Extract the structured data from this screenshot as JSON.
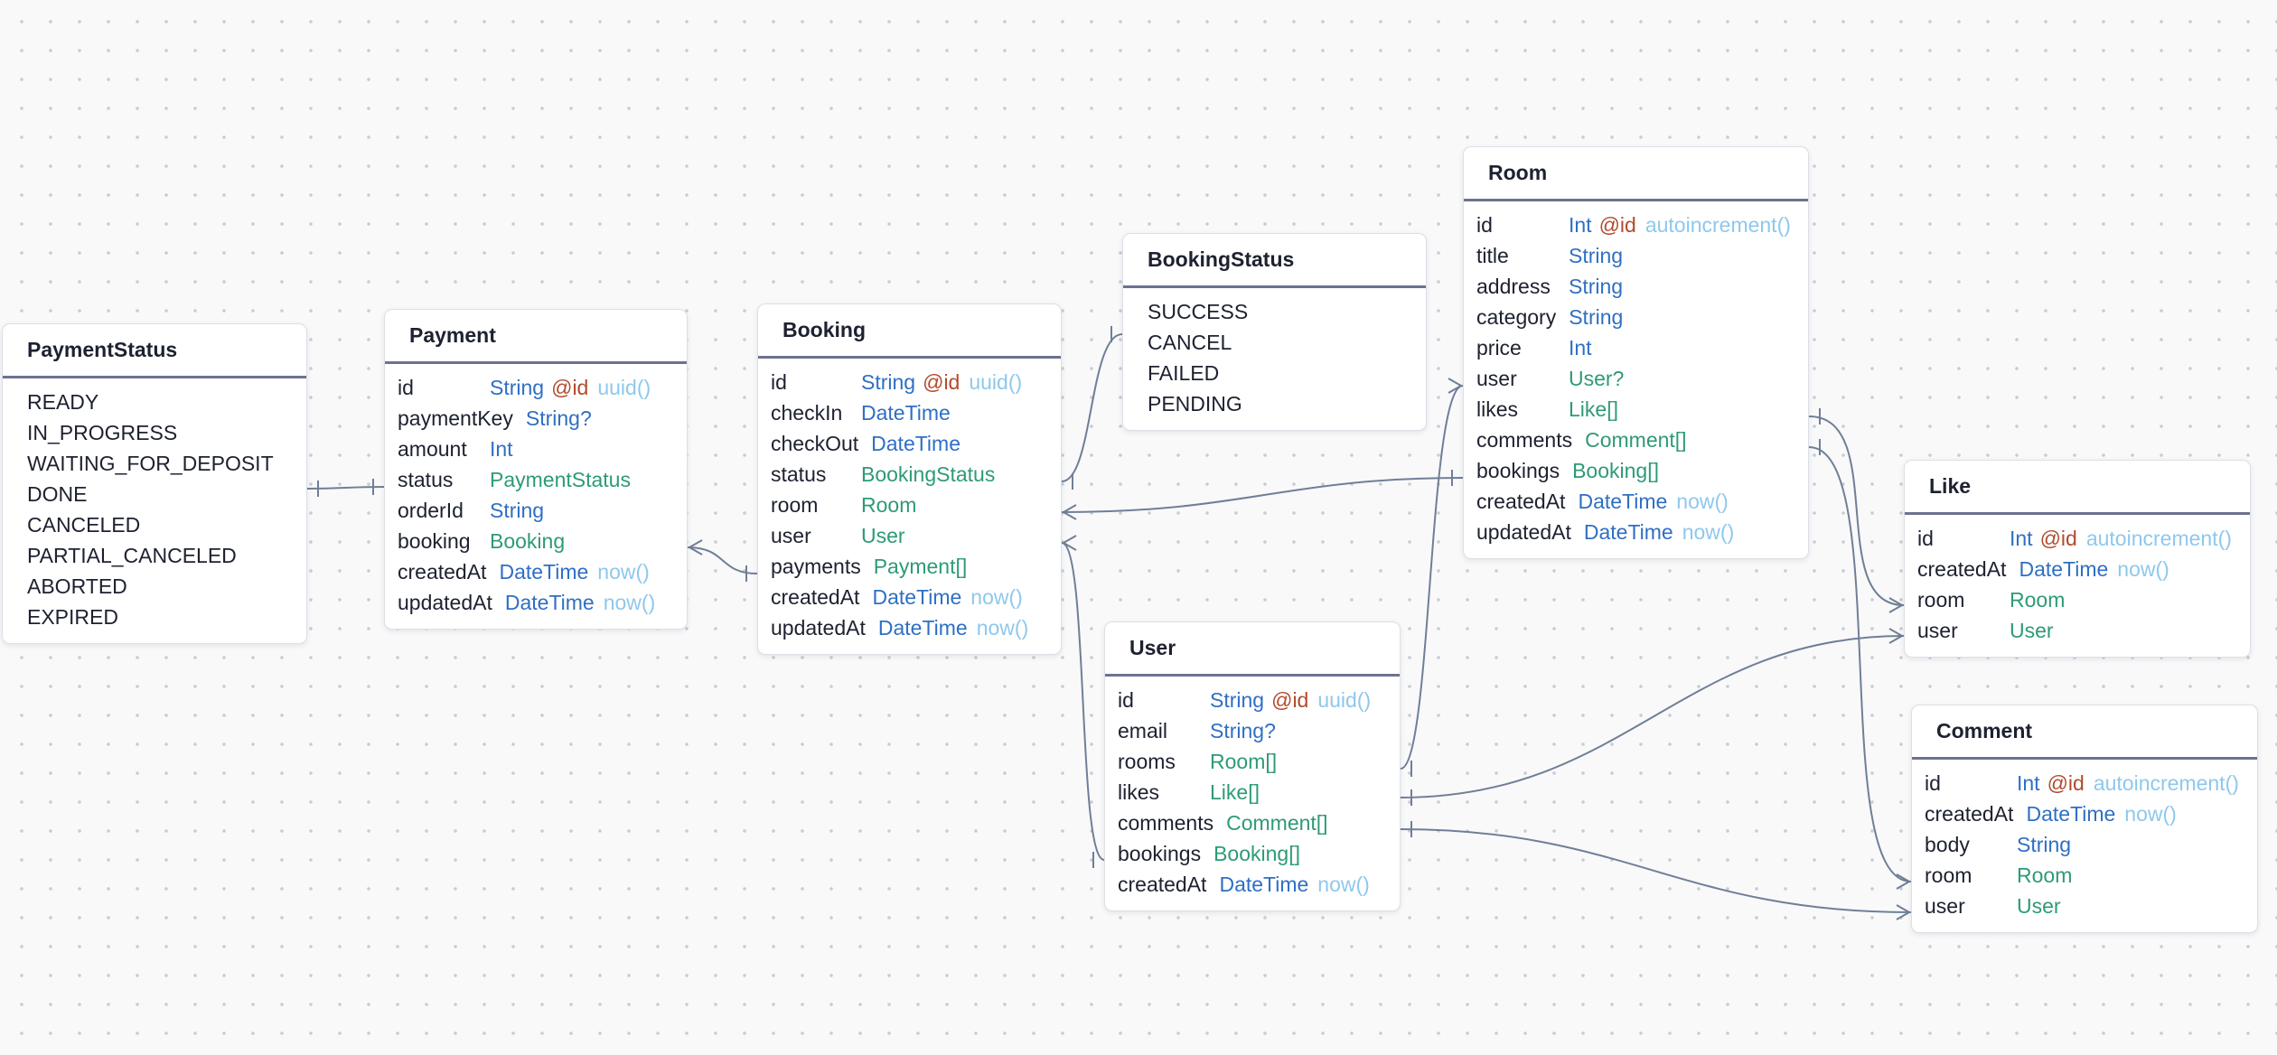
{
  "colors": {
    "background": "#f9f9fa",
    "edge": "#6f7f96",
    "header_divider": "#6c728f",
    "field_name": "#1d2130",
    "scalar_type": "#2f6fc4",
    "relation_type": "#2e9a78",
    "attribute": "#b24a2c",
    "default_value": "#8ec8ec"
  },
  "models": {
    "PaymentStatus": {
      "name": "PaymentStatus",
      "values": [
        "READY",
        "IN_PROGRESS",
        "WAITING_FOR_DEPOSIT",
        "DONE",
        "CANCELED",
        "PARTIAL_CANCELED",
        "ABORTED",
        "EXPIRED"
      ]
    },
    "Payment": {
      "name": "Payment",
      "fields": [
        {
          "name": "id",
          "type": "String",
          "kind": "scalar",
          "attr": "@id",
          "default": "uuid()"
        },
        {
          "name": "paymentKey",
          "type": "String?",
          "kind": "scalar",
          "attr": "",
          "default": ""
        },
        {
          "name": "amount",
          "type": "Int",
          "kind": "scalar",
          "attr": "",
          "default": ""
        },
        {
          "name": "status",
          "type": "PaymentStatus",
          "kind": "relation",
          "attr": "",
          "default": ""
        },
        {
          "name": "orderId",
          "type": "String",
          "kind": "scalar",
          "attr": "",
          "default": ""
        },
        {
          "name": "booking",
          "type": "Booking",
          "kind": "relation",
          "attr": "",
          "default": ""
        },
        {
          "name": "createdAt",
          "type": "DateTime",
          "kind": "scalar",
          "attr": "",
          "default": "now()"
        },
        {
          "name": "updatedAt",
          "type": "DateTime",
          "kind": "scalar",
          "attr": "",
          "default": "now()"
        }
      ]
    },
    "Booking": {
      "name": "Booking",
      "fields": [
        {
          "name": "id",
          "type": "String",
          "kind": "scalar",
          "attr": "@id",
          "default": "uuid()"
        },
        {
          "name": "checkIn",
          "type": "DateTime",
          "kind": "scalar",
          "attr": "",
          "default": ""
        },
        {
          "name": "checkOut",
          "type": "DateTime",
          "kind": "scalar",
          "attr": "",
          "default": ""
        },
        {
          "name": "status",
          "type": "BookingStatus",
          "kind": "relation",
          "attr": "",
          "default": ""
        },
        {
          "name": "room",
          "type": "Room",
          "kind": "relation",
          "attr": "",
          "default": ""
        },
        {
          "name": "user",
          "type": "User",
          "kind": "relation",
          "attr": "",
          "default": ""
        },
        {
          "name": "payments",
          "type": "Payment[]",
          "kind": "relation",
          "attr": "",
          "default": ""
        },
        {
          "name": "createdAt",
          "type": "DateTime",
          "kind": "scalar",
          "attr": "",
          "default": "now()"
        },
        {
          "name": "updatedAt",
          "type": "DateTime",
          "kind": "scalar",
          "attr": "",
          "default": "now()"
        }
      ]
    },
    "BookingStatus": {
      "name": "BookingStatus",
      "values": [
        "SUCCESS",
        "CANCEL",
        "FAILED",
        "PENDING"
      ]
    },
    "Room": {
      "name": "Room",
      "fields": [
        {
          "name": "id",
          "type": "Int",
          "kind": "scalar",
          "attr": "@id",
          "default": "autoincrement()"
        },
        {
          "name": "title",
          "type": "String",
          "kind": "scalar",
          "attr": "",
          "default": ""
        },
        {
          "name": "address",
          "type": "String",
          "kind": "scalar",
          "attr": "",
          "default": ""
        },
        {
          "name": "category",
          "type": "String",
          "kind": "scalar",
          "attr": "",
          "default": ""
        },
        {
          "name": "price",
          "type": "Int",
          "kind": "scalar",
          "attr": "",
          "default": ""
        },
        {
          "name": "user",
          "type": "User?",
          "kind": "relation",
          "attr": "",
          "default": ""
        },
        {
          "name": "likes",
          "type": "Like[]",
          "kind": "relation",
          "attr": "",
          "default": ""
        },
        {
          "name": "comments",
          "type": "Comment[]",
          "kind": "relation",
          "attr": "",
          "default": ""
        },
        {
          "name": "bookings",
          "type": "Booking[]",
          "kind": "relation",
          "attr": "",
          "default": ""
        },
        {
          "name": "createdAt",
          "type": "DateTime",
          "kind": "scalar",
          "attr": "",
          "default": "now()"
        },
        {
          "name": "updatedAt",
          "type": "DateTime",
          "kind": "scalar",
          "attr": "",
          "default": "now()"
        }
      ]
    },
    "User": {
      "name": "User",
      "fields": [
        {
          "name": "id",
          "type": "String",
          "kind": "scalar",
          "attr": "@id",
          "default": "uuid()"
        },
        {
          "name": "email",
          "type": "String?",
          "kind": "scalar",
          "attr": "",
          "default": ""
        },
        {
          "name": "rooms",
          "type": "Room[]",
          "kind": "relation",
          "attr": "",
          "default": ""
        },
        {
          "name": "likes",
          "type": "Like[]",
          "kind": "relation",
          "attr": "",
          "default": ""
        },
        {
          "name": "comments",
          "type": "Comment[]",
          "kind": "relation",
          "attr": "",
          "default": ""
        },
        {
          "name": "bookings",
          "type": "Booking[]",
          "kind": "relation",
          "attr": "",
          "default": ""
        },
        {
          "name": "createdAt",
          "type": "DateTime",
          "kind": "scalar",
          "attr": "",
          "default": "now()"
        }
      ]
    },
    "Like": {
      "name": "Like",
      "fields": [
        {
          "name": "id",
          "type": "Int",
          "kind": "scalar",
          "attr": "@id",
          "default": "autoincrement()"
        },
        {
          "name": "createdAt",
          "type": "DateTime",
          "kind": "scalar",
          "attr": "",
          "default": "now()"
        },
        {
          "name": "room",
          "type": "Room",
          "kind": "relation",
          "attr": "",
          "default": ""
        },
        {
          "name": "user",
          "type": "User",
          "kind": "relation",
          "attr": "",
          "default": ""
        }
      ]
    },
    "Comment": {
      "name": "Comment",
      "fields": [
        {
          "name": "id",
          "type": "Int",
          "kind": "scalar",
          "attr": "@id",
          "default": "autoincrement()"
        },
        {
          "name": "createdAt",
          "type": "DateTime",
          "kind": "scalar",
          "attr": "",
          "default": "now()"
        },
        {
          "name": "body",
          "type": "String",
          "kind": "scalar",
          "attr": "",
          "default": ""
        },
        {
          "name": "room",
          "type": "Room",
          "kind": "relation",
          "attr": "",
          "default": ""
        },
        {
          "name": "user",
          "type": "User",
          "kind": "relation",
          "attr": "",
          "default": ""
        }
      ]
    }
  },
  "relations": [
    {
      "from": "PaymentStatus",
      "to": "Payment.status"
    },
    {
      "from": "Booking.payments",
      "to": "Payment.booking"
    },
    {
      "from": "Booking.status",
      "to": "BookingStatus"
    },
    {
      "from": "Booking.room",
      "to": "Room.bookings"
    },
    {
      "from": "Booking.user",
      "to": "User.bookings"
    },
    {
      "from": "User.rooms",
      "to": "Room.user"
    },
    {
      "from": "User.likes",
      "to": "Like.user"
    },
    {
      "from": "User.comments",
      "to": "Comment.user"
    },
    {
      "from": "Room.likes",
      "to": "Like.room"
    },
    {
      "from": "Room.comments",
      "to": "Comment.room"
    }
  ]
}
